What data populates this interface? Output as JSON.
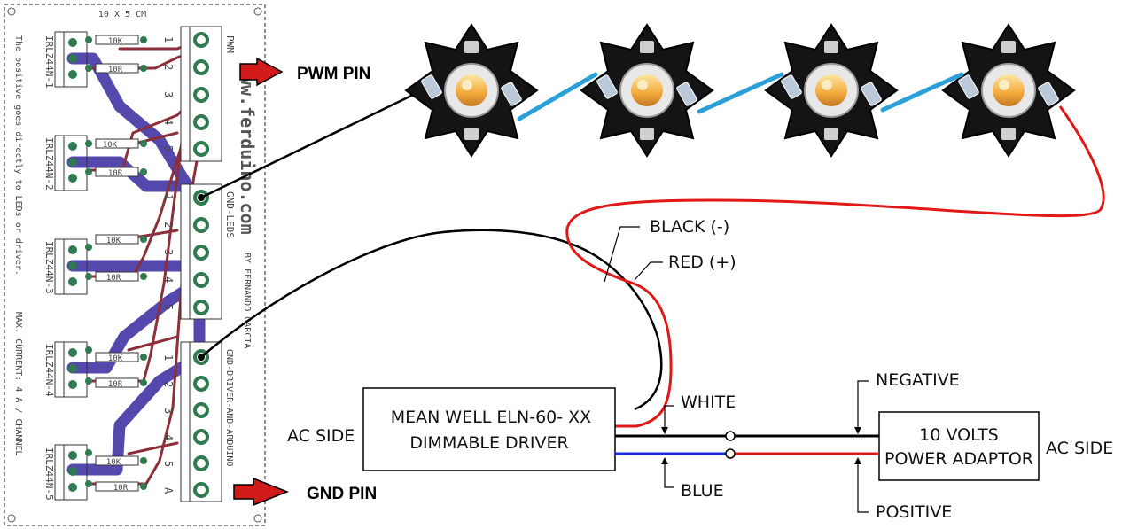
{
  "board": {
    "dimension": "10 X 5 CM",
    "header_pwm": "PWM",
    "header_gnd_leds": "GND-LEDS",
    "header_gnd_driver": "GND-DRIVER-AND-ARDUINO",
    "website": "ww.ferduino.com",
    "author": "BY FERNANDO GARCIA",
    "note_positive": "The positive goes directly to LEDs or driver.",
    "note_max_current": "MAX. CURRENT: 4 A / CHANNEL",
    "mosfets": [
      "IRLZ44N-1",
      "IRLZ44N-2",
      "IRLZ44N-3",
      "IRLZ44N-4",
      "IRLZ44N-5"
    ],
    "resistors": [
      "10K",
      "10R",
      "10K",
      "10R",
      "10K",
      "10R",
      "10K",
      "10R",
      "10K",
      "10R"
    ],
    "pin_numbers_pwm": [
      "1",
      "2",
      "3",
      "4",
      "5"
    ],
    "pin_numbers_gnd_leds": [
      "1",
      "2",
      "3",
      "4",
      "5"
    ],
    "pin_numbers_gnd_driver": [
      "1",
      "2",
      "3",
      "4",
      "5",
      "A"
    ]
  },
  "labels": {
    "pwm_pin": "PWM PIN",
    "gnd_pin": "GND PIN",
    "black_wire": "BLACK (-)",
    "red_wire": "RED (+)",
    "white_wire": "WHITE",
    "blue_wire": "BLUE",
    "negative": "NEGATIVE",
    "positive": "POSITIVE",
    "ac_side_left": "AC SIDE",
    "ac_side_right": "AC SIDE"
  },
  "driver": {
    "line1": "MEAN WELL ELN-60- XX",
    "line2": "DIMMABLE DRIVER"
  },
  "adaptor": {
    "line1": "10 VOLTS",
    "line2": "POWER ADAPTOR"
  },
  "colors": {
    "trace_blue": "#4b3fa8",
    "trace_red": "#8b2f3a",
    "pad_green": "#2f7a4e",
    "led_wire": "#2a9fd8",
    "red_wire": "#e01818",
    "black_wire": "#000000",
    "blue_wire": "#1a2ee0",
    "arrow_red": "#d21a1a",
    "led_body": "#141414",
    "led_core": "#f2a83a"
  },
  "leds": {
    "count": 4
  }
}
